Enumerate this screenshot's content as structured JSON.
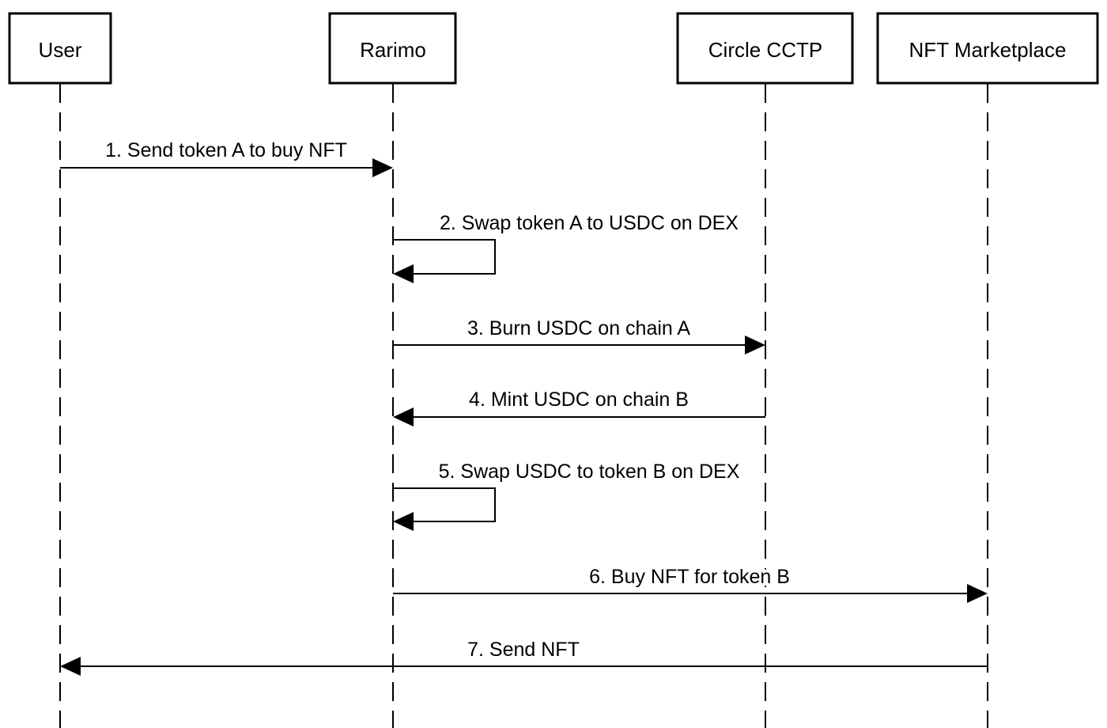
{
  "actors": [
    {
      "id": "user",
      "label": "User"
    },
    {
      "id": "rarimo",
      "label": "Rarimo"
    },
    {
      "id": "circle_cctp",
      "label": "Circle CCTP"
    },
    {
      "id": "nft_marketplace",
      "label": "NFT Marketplace"
    }
  ],
  "messages": [
    {
      "step": 1,
      "from": "user",
      "to": "rarimo",
      "label": "1. Send token A to buy NFT"
    },
    {
      "step": 2,
      "from": "rarimo",
      "to": "rarimo",
      "label": "2. Swap token A to USDC on DEX"
    },
    {
      "step": 3,
      "from": "rarimo",
      "to": "circle_cctp",
      "label": "3. Burn USDC on chain A"
    },
    {
      "step": 4,
      "from": "circle_cctp",
      "to": "rarimo",
      "label": "4. Mint USDC on chain B"
    },
    {
      "step": 5,
      "from": "rarimo",
      "to": "rarimo",
      "label": "5. Swap USDC to token B on DEX"
    },
    {
      "step": 6,
      "from": "rarimo",
      "to": "nft_marketplace",
      "label": "6. Buy NFT for token B"
    },
    {
      "step": 7,
      "from": "nft_marketplace",
      "to": "user",
      "label": "7. Send NFT"
    }
  ]
}
